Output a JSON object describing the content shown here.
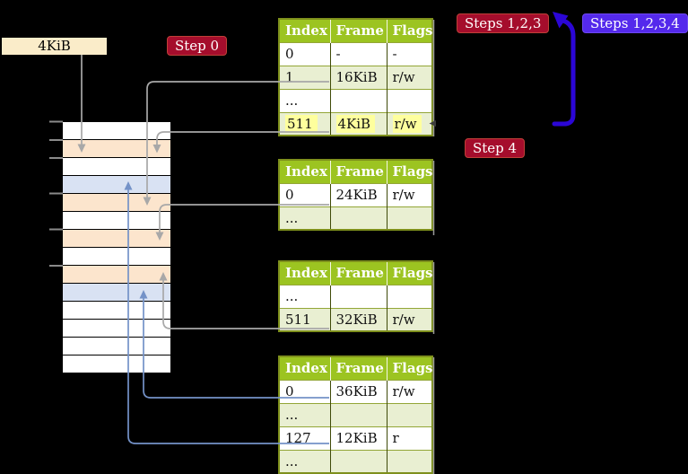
{
  "labels": {
    "frame_box": "4KiB",
    "step0": "Step 0",
    "steps123": "Steps 1,2,3",
    "steps1234": "Steps 1,2,3,4",
    "step4": "Step 4"
  },
  "colors": {
    "background": "#000000",
    "table_header_green": "#9cc421",
    "table_row_light_green": "#e9efd2",
    "table_border_olive": "#7e901c",
    "highlight_yellow": "#feff9d",
    "memory_frame_peach": "#fce5cd",
    "memory_frame_blue": "#d9e2f3",
    "frame_box_beige": "#faecc9",
    "step_badge_red": "#a50d2c",
    "steps_badge_violet": "#5429ec",
    "arrow_gray": "#a8a8a8",
    "arrow_steel_blue": "#7492c8",
    "arrow_thick_blue": "#2b06d6"
  },
  "page_tables": [
    {
      "name": "level2-page-table",
      "headers": [
        "Index",
        "Frame",
        "Flags"
      ],
      "rows": [
        {
          "cells": [
            "0",
            "-",
            "-"
          ],
          "shaded": false,
          "highlight": false
        },
        {
          "cells": [
            "1",
            "16KiB",
            "r/w"
          ],
          "shaded": true,
          "highlight": false
        },
        {
          "cells": [
            "...",
            "",
            ""
          ],
          "shaded": false,
          "highlight": false
        },
        {
          "cells": [
            "511",
            "4KiB",
            "r/w"
          ],
          "shaded": true,
          "highlight": true
        }
      ]
    },
    {
      "name": "level1-page-table-a",
      "headers": [
        "Index",
        "Frame",
        "Flags"
      ],
      "rows": [
        {
          "cells": [
            "0",
            "24KiB",
            "r/w"
          ],
          "shaded": false,
          "highlight": false
        },
        {
          "cells": [
            "...",
            "",
            ""
          ],
          "shaded": true,
          "highlight": false
        }
      ]
    },
    {
      "name": "level1-page-table-b",
      "headers": [
        "Index",
        "Frame",
        "Flags"
      ],
      "rows": [
        {
          "cells": [
            "...",
            "",
            ""
          ],
          "shaded": false,
          "highlight": false
        },
        {
          "cells": [
            "511",
            "32KiB",
            "r/w"
          ],
          "shaded": true,
          "highlight": false
        }
      ]
    },
    {
      "name": "level1-page-table-c",
      "headers": [
        "Index",
        "Frame",
        "Flags"
      ],
      "rows": [
        {
          "cells": [
            "0",
            "36KiB",
            "r/w"
          ],
          "shaded": false,
          "highlight": false
        },
        {
          "cells": [
            "...",
            "",
            ""
          ],
          "shaded": true,
          "highlight": false
        },
        {
          "cells": [
            "127",
            "12KiB",
            "r"
          ],
          "shaded": false,
          "highlight": false
        },
        {
          "cells": [
            "...",
            "",
            ""
          ],
          "shaded": true,
          "highlight": false
        }
      ]
    }
  ],
  "memory_rows": [
    "white",
    "peach",
    "white",
    "blue",
    "peach",
    "white",
    "peach",
    "white",
    "peach",
    "blue",
    "white",
    "white",
    "white",
    "white"
  ]
}
